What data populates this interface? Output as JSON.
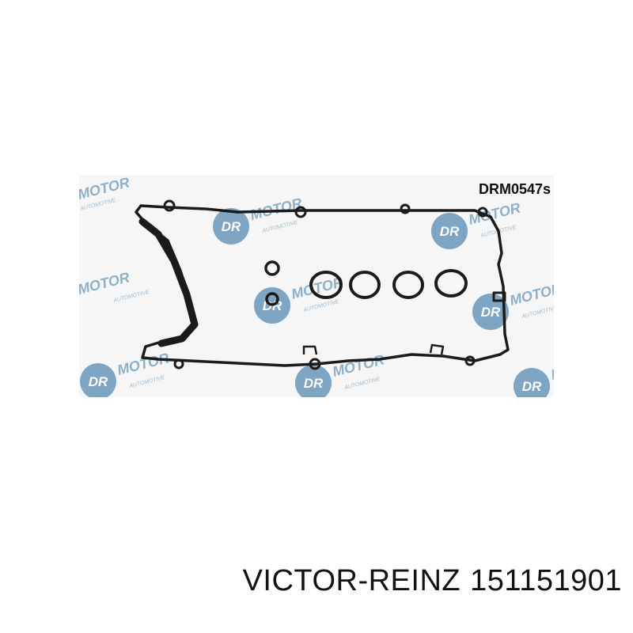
{
  "product_photo": {
    "part_code": "DRM0547s",
    "watermark": {
      "badge_letters": "DR",
      "brand": "MOTOR",
      "tagline": "AUTOMOTIVE"
    },
    "colors": {
      "watermark_blue": "#5f8fb4",
      "gasket": "#1b1b1b",
      "background": "#f6f6f6"
    }
  },
  "caption": {
    "brand": "VICTOR-REINZ",
    "part_number": "151151901"
  }
}
